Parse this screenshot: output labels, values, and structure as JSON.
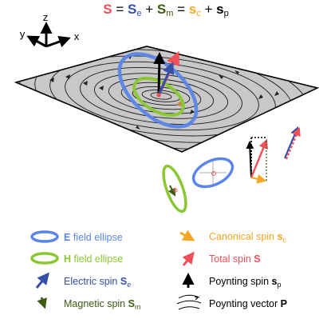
{
  "equation": {
    "S": "S",
    "eq1": " = ",
    "Se": "S",
    "Se_sub": "e",
    "plus1": " + ",
    "Sm": "S",
    "Sm_sub": "m",
    "eq2": " = ",
    "sc": "s",
    "sc_sub": "c",
    "plus2": " + ",
    "sp": "s",
    "sp_sub": "p"
  },
  "axes": {
    "z": "z",
    "y": "y",
    "x": "x"
  },
  "legend": {
    "e_ellipse": {
      "bold": "E",
      "text": " field ellipse"
    },
    "h_ellipse": {
      "bold": "H",
      "text": " field ellipse"
    },
    "electric_spin": {
      "text": "Electric spin ",
      "sym": "S",
      "sub": "e"
    },
    "magnetic_spin": {
      "text": "Magnetic spin ",
      "sym": "S",
      "sub": "m"
    },
    "canonical_spin": {
      "text": "Canonical spin ",
      "sym": "s",
      "sub": "c"
    },
    "total_spin": {
      "text": "Total spin ",
      "sym": "S"
    },
    "poynting_spin": {
      "text": "Poynting spin ",
      "sym": "s",
      "sub": "p"
    },
    "poynting_vector": {
      "text": "Poynting vector ",
      "sym": "P"
    }
  },
  "colors": {
    "total_red": "#f0505a",
    "e_blue": "#5b86e8",
    "h_green": "#8ac832",
    "electric_blue": "#3550a8",
    "magnetic_green": "#3d5a12",
    "canonical_orange": "#f5a623",
    "black": "#000000",
    "plane_gray": "#c8c8c8"
  }
}
